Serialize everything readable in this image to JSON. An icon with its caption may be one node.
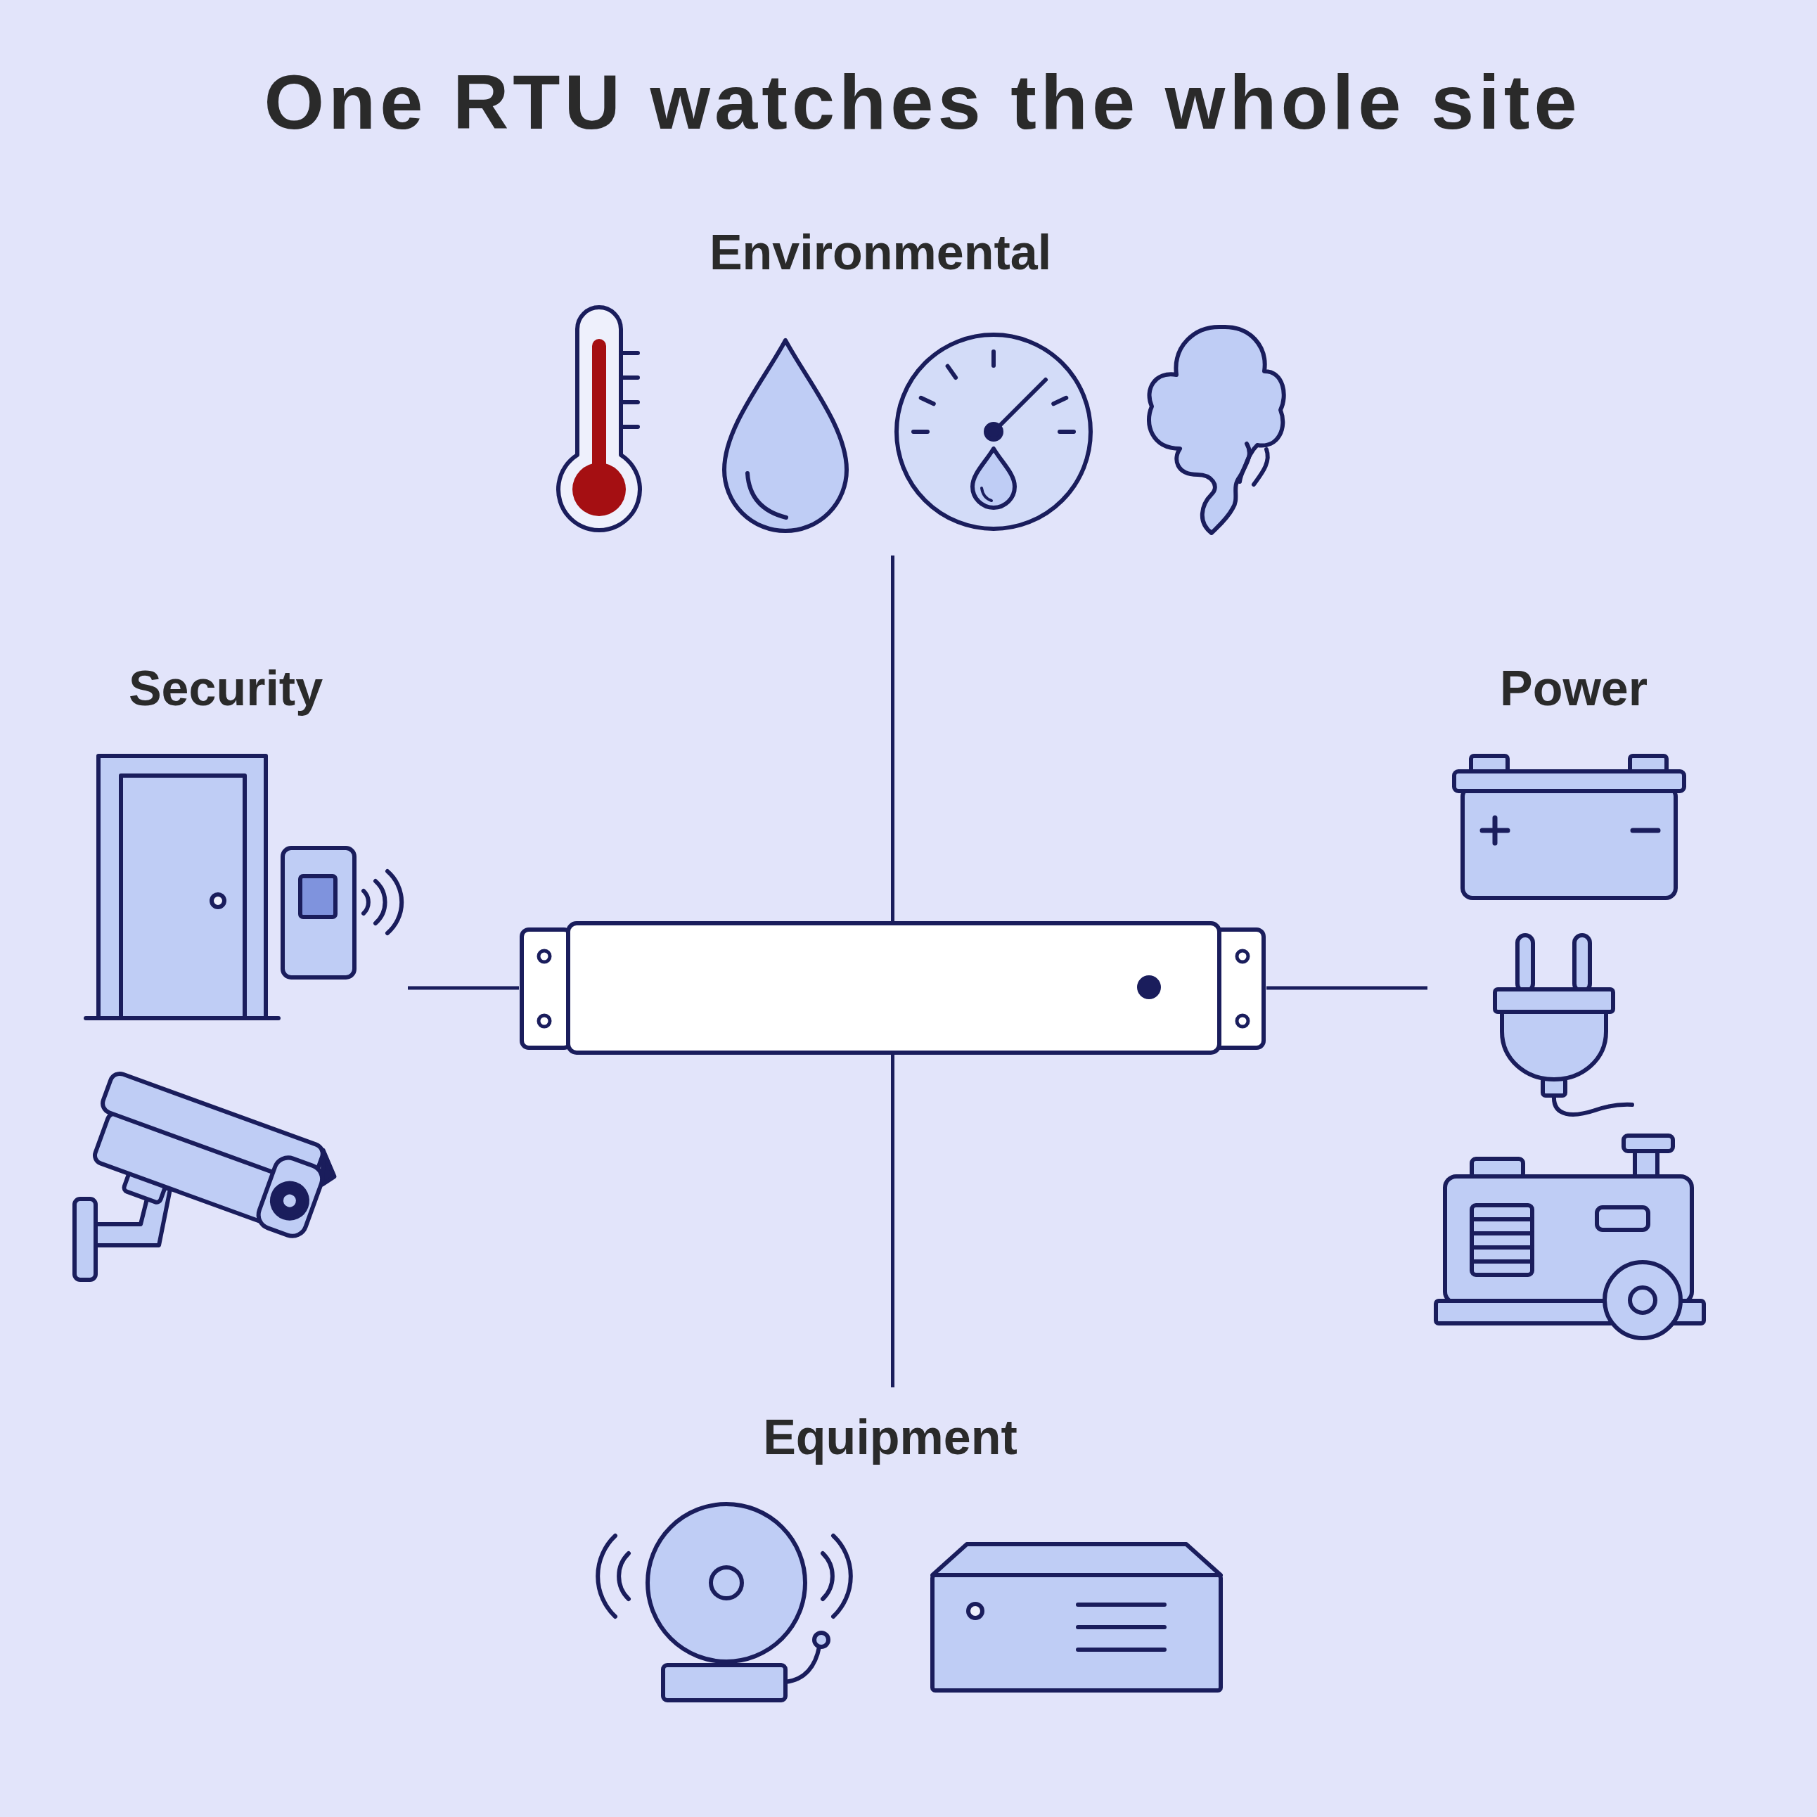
{
  "diagram": {
    "title": "One RTU watches the whole site",
    "nodes": [
      {
        "text": [
          "Environmental"
        ]
      },
      {
        "text": [],
        "shape": "picture",
        "in": 0
      },
      {
        "text": [],
        "shape": "picture",
        "in": 0
      },
      {
        "text": [],
        "shape": "picture",
        "in": 0
      },
      {
        "text": [],
        "shape": "picture",
        "in": 0
      },
      {
        "text": [
          "Security"
        ]
      },
      {
        "text": [],
        "shape": "picture",
        "in": 5
      },
      {
        "text": [],
        "shape": "picture",
        "in": 5
      },
      {
        "text": [],
        "shape": "picture",
        "in": 5
      },
      {
        "text": [],
        "shape": "picture"
      },
      {
        "text": [
          "Power"
        ]
      },
      {
        "text": [],
        "shape": "picture",
        "in": 10
      },
      {
        "text": [],
        "shape": "picture",
        "in": 10
      },
      {
        "text": [],
        "shape": "picture",
        "in": 10
      },
      {
        "text": [
          "Equipment"
        ]
      },
      {
        "text": [],
        "shape": "picture",
        "in": 14
      },
      {
        "text": [],
        "shape": "picture",
        "in": 14
      }
    ],
    "edges": [
      {
        "from": 9,
        "to": 0,
        "arrow": "none"
      },
      {
        "from": 9,
        "to": 5,
        "arrow": "none"
      },
      {
        "from": 9,
        "to": 10,
        "arrow": "none"
      },
      {
        "from": 9,
        "to": 14,
        "arrow": "none"
      }
    ]
  }
}
